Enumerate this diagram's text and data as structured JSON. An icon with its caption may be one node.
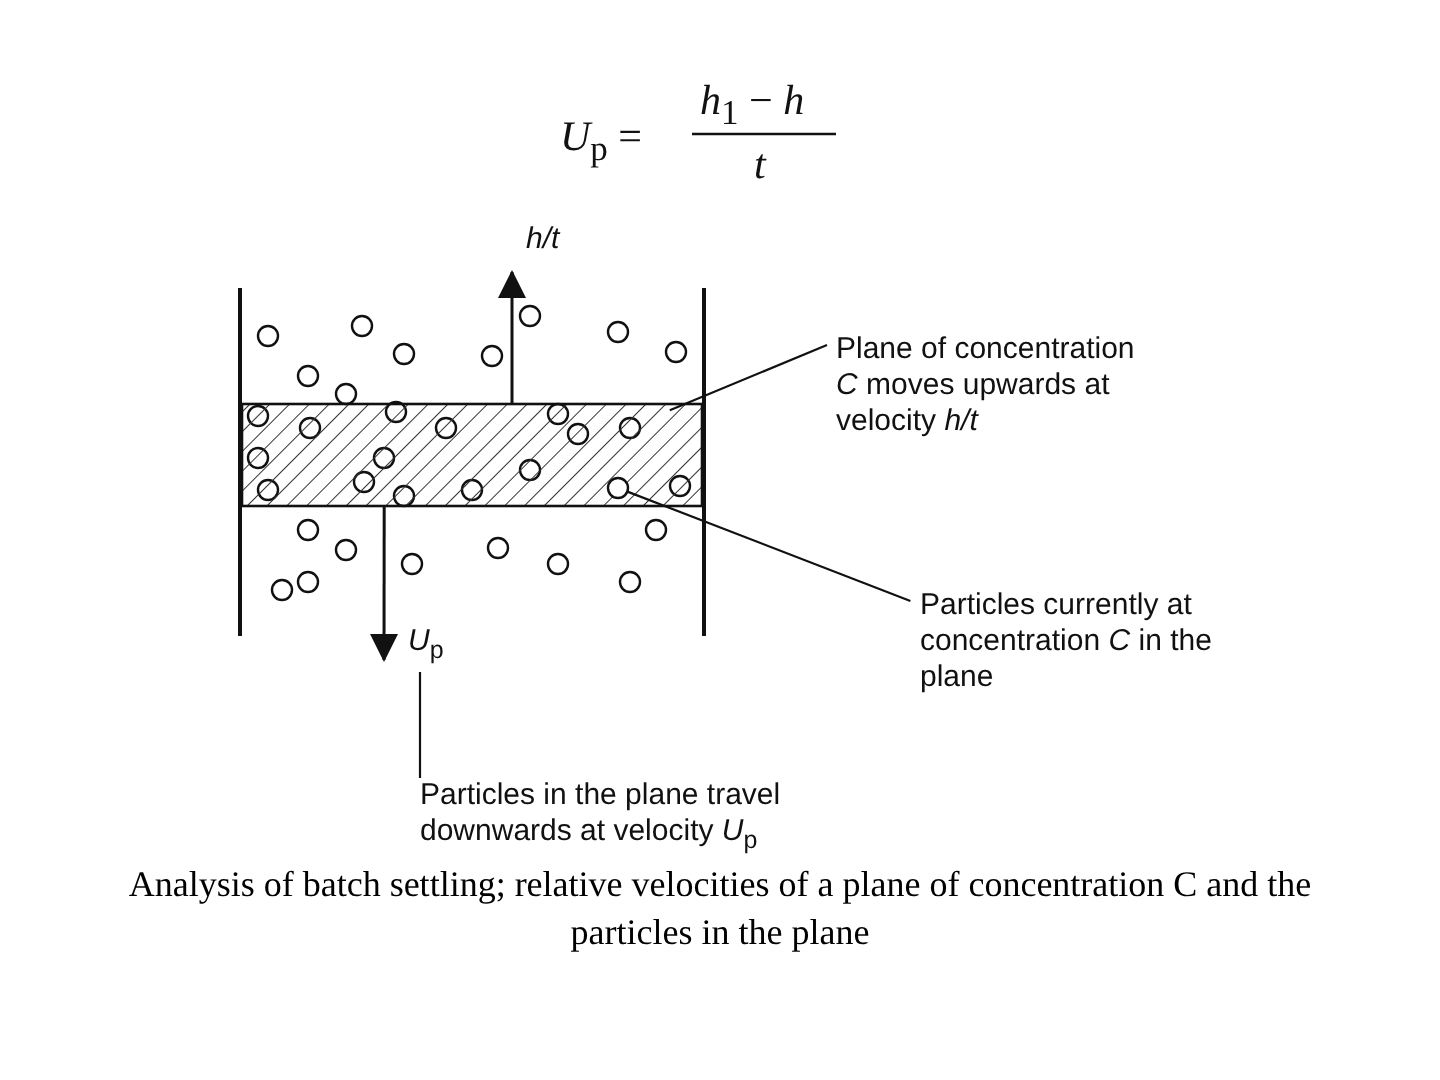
{
  "diagram": {
    "caption": "Analysis of batch settling; relative velocities of a plane of concentration C and the particles in the plane",
    "nodes": [
      {
        "text": [
          "Plane of concentration *C* moves upwards at velocity *h/t*"
        ]
      },
      {
        "text": [
          "Particles currently at concentration *C* in the plane"
        ]
      },
      {
        "text": [
          "Particles in the plane travel downwards at velocity *U*$_{p}$"
        ]
      },
      {
        "text": [],
        "shape": "bar"
      },
      {
        "text": [],
        "shape": "circle",
        "in": 3
      },
      {
        "text": [
          "*U*$_{p}$"
        ]
      },
      {
        "text": [
          "*h/t*"
        ]
      }
    ],
    "edges": [
      {
        "from": 0,
        "to": 3,
        "arrow": "none"
      },
      {
        "from": 1,
        "to": 4,
        "arrow": "none"
      },
      {
        "from": 2,
        "to": 5,
        "arrow": "none"
      },
      {
        "from": 3,
        "to": 5,
        "arrow": "to"
      },
      {
        "from": 3,
        "to": 6,
        "arrow": "to"
      }
    ],
    "labels": [
      "*U*$_{p}$ =",
      "*h*$_{1}$ − *h*",
      "*t*"
    ]
  }
}
